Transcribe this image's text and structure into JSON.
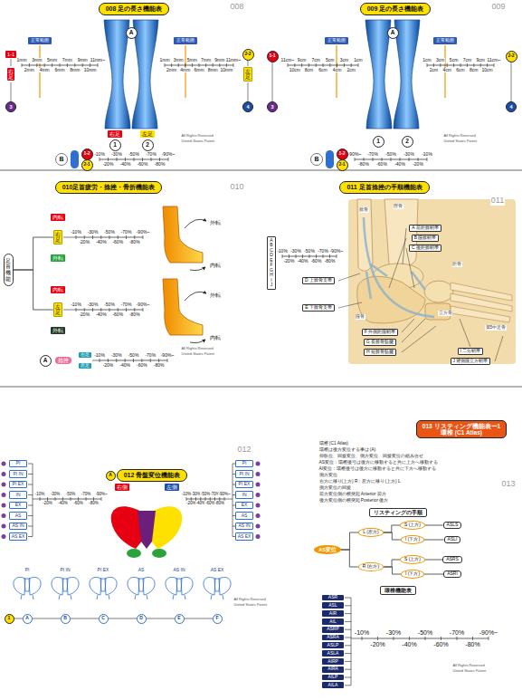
{
  "diagram": {
    "nodes": [
      {
        "text": [
          "008 足の長さ機能表"
        ]
      },
      {
        "text": [
          "A"
        ]
      },
      {
        "text": [
          "正常範囲"
        ]
      },
      {
        "text": [
          "正常範囲"
        ]
      },
      {
        "text": [
          "1-1"
        ]
      },
      {
        "text": [
          "右足"
        ]
      },
      {
        "text": [
          "2-2"
        ]
      },
      {
        "text": [
          "左足"
        ]
      },
      {
        "text": [
          "3"
        ]
      },
      {
        "text": [
          "4"
        ]
      },
      {
        "text": [
          "右足"
        ]
      },
      {
        "text": [
          "左足"
        ]
      },
      {
        "text": [
          "1"
        ]
      },
      {
        "text": [
          "2"
        ]
      },
      {
        "text": [
          "B"
        ]
      },
      {
        "text": [
          "1-2"
        ]
      },
      {
        "text": [
          "2-1"
        ]
      },
      {
        "text": [
          "009 足の長さ機能表"
        ]
      },
      {
        "text": [
          "A"
        ]
      },
      {
        "text": [
          "正常範囲"
        ]
      },
      {
        "text": [
          "正常範囲"
        ]
      },
      {
        "text": [
          "1-1"
        ]
      },
      {
        "text": [
          "2-2"
        ]
      },
      {
        "text": [
          "3"
        ]
      },
      {
        "text": [
          "4"
        ]
      },
      {
        "text": [
          "1"
        ]
      },
      {
        "text": [
          "2"
        ]
      },
      {
        "text": [
          "B"
        ]
      },
      {
        "text": [
          "1-2"
        ]
      },
      {
        "text": [
          "2-1"
        ]
      },
      {
        "text": [
          "010足首疲労・捻挫・骨折機能表"
        ]
      },
      {
        "text": [
          "足首機能"
        ]
      },
      {
        "text": [
          "内転"
        ]
      },
      {
        "text": [
          "右足"
        ]
      },
      {
        "text": [
          "外転"
        ]
      },
      {
        "text": [
          "内転"
        ]
      },
      {
        "text": [
          "左足"
        ]
      },
      {
        "text": [
          "外転"
        ]
      },
      {
        "text": [
          "A"
        ]
      },
      {
        "text": [
          "捻挫"
        ]
      },
      {
        "text": [
          "右足"
        ]
      },
      {
        "text": [
          "左足"
        ]
      },
      {
        "text": [
          "011 足首捻挫の手順機能表"
        ]
      },
      {
        "text": [
          "A B C D E F G H I J"
        ]
      },
      {
        "text": [
          "A 前距腓靭帯"
        ]
      },
      {
        "text": [
          "B 踵腓靭帯"
        ]
      },
      {
        "text": [
          "C 後距腓靭帯"
        ]
      },
      {
        "text": [
          "D 上腓骨支帯"
        ]
      },
      {
        "text": [
          "E 下腓骨支帯"
        ]
      },
      {
        "text": [
          "F 外側距踵靭帯"
        ]
      },
      {
        "text": [
          "G 長腓骨筋腱"
        ]
      },
      {
        "text": [
          "H 短腓骨筋腱"
        ]
      },
      {
        "text": [
          "I 二分靭帯"
        ]
      },
      {
        "text": [
          "J 背側踵立方靭帯"
        ]
      },
      {
        "text": [
          "A"
        ]
      },
      {
        "text": [
          "012 骨盤変位機能表"
        ]
      },
      {
        "text": [
          "右側"
        ]
      },
      {
        "text": [
          "左側"
        ]
      },
      {
        "text": [
          "PI"
        ]
      },
      {
        "text": [
          "PI IN"
        ]
      },
      {
        "text": [
          "PI EX"
        ]
      },
      {
        "text": [
          "IN"
        ]
      },
      {
        "text": [
          "EX"
        ]
      },
      {
        "text": [
          "AS"
        ]
      },
      {
        "text": [
          "AS IN"
        ]
      },
      {
        "text": [
          "AS EX"
        ]
      },
      {
        "text": [
          "PI"
        ]
      },
      {
        "text": [
          "PI IN"
        ]
      },
      {
        "text": [
          "PI EX"
        ]
      },
      {
        "text": [
          "IN"
        ]
      },
      {
        "text": [
          "EX"
        ]
      },
      {
        "text": [
          "AS"
        ]
      },
      {
        "text": [
          "AS IN"
        ]
      },
      {
        "text": [
          "AS EX"
        ]
      },
      {
        "text": [
          "1"
        ]
      },
      {
        "text": [
          "A"
        ]
      },
      {
        "text": [
          "B"
        ]
      },
      {
        "text": [
          "C"
        ]
      },
      {
        "text": [
          "D"
        ]
      },
      {
        "text": [
          "E"
        ]
      },
      {
        "text": [
          "F"
        ]
      },
      {
        "text": [
          "013 リスティング機能表ー1",
          "環椎 (C1 Atlas)"
        ]
      },
      {
        "text": [
          "リスティングの手順"
        ]
      },
      {
        "text": [
          "AS変位"
        ]
      },
      {
        "text": [
          "L (左方)"
        ]
      },
      {
        "text": [
          "R (右方)"
        ]
      },
      {
        "text": [
          "S (上方)"
        ]
      },
      {
        "text": [
          "I (下方)"
        ]
      },
      {
        "text": [
          "S (上方)"
        ]
      },
      {
        "text": [
          "I (下方)"
        ]
      },
      {
        "text": [
          "ASLS"
        ]
      },
      {
        "text": [
          "ASLI"
        ]
      },
      {
        "text": [
          "ASRS"
        ]
      },
      {
        "text": [
          "ASRI"
        ]
      },
      {
        "text": [
          "環椎機能表"
        ]
      },
      {
        "text": [
          "ASR"
        ]
      },
      {
        "text": [
          "ASL"
        ]
      },
      {
        "text": [
          "AIR"
        ]
      },
      {
        "text": [
          "AIL"
        ]
      },
      {
        "text": [
          "ASRP"
        ]
      },
      {
        "text": [
          "ASRA"
        ]
      },
      {
        "text": [
          "ASLP"
        ]
      },
      {
        "text": [
          "ASLA"
        ]
      },
      {
        "text": [
          "AIRP"
        ]
      },
      {
        "text": [
          "AIRA"
        ]
      },
      {
        "text": [
          "AILP"
        ]
      },
      {
        "text": [
          "AILA"
        ]
      }
    ],
    "edges": [
      {
        "from": 31,
        "to": 33,
        "arrow": "none"
      },
      {
        "from": 31,
        "to": 36,
        "arrow": "none"
      },
      {
        "from": 83,
        "to": 84,
        "arrow": "none"
      },
      {
        "from": 83,
        "to": 85,
        "arrow": "none"
      },
      {
        "from": 84,
        "to": 86,
        "arrow": "none"
      },
      {
        "from": 84,
        "to": 87,
        "arrow": "none"
      },
      {
        "from": 85,
        "to": 88,
        "arrow": "none"
      },
      {
        "from": 85,
        "to": 89,
        "arrow": "none"
      },
      {
        "from": 86,
        "to": 90,
        "arrow": "none"
      },
      {
        "from": 87,
        "to": 91,
        "arrow": "none"
      },
      {
        "from": 88,
        "to": 92,
        "arrow": "none"
      },
      {
        "from": 89,
        "to": 93,
        "arrow": "none"
      }
    ],
    "labels": [
      "008",
      "1mm",
      "3mm",
      "5mm",
      "7mm",
      "9mm",
      "11mm~",
      "2mm",
      "4mm",
      "6mm",
      "8mm",
      "10mm",
      "1mm",
      "3mm",
      "5mm",
      "7mm",
      "9mm",
      "11mm~",
      "2mm",
      "4mm",
      "6mm",
      "8mm",
      "10mm",
      "-10%",
      "-30%",
      "-50%",
      "-70%",
      "-90%~",
      "-20%",
      "-40%",
      "-60%",
      "-80%",
      "All Rights Reserved",
      "United States Patent",
      "009",
      "11cm~",
      "9cm",
      "7cm",
      "5cm",
      "3cm",
      "1cm",
      "10cm",
      "8cm",
      "6cm",
      "4cm",
      "2cm",
      "1cm",
      "3cm",
      "5cm",
      "7cm",
      "9cm",
      "11cm~",
      "2cm",
      "4cm",
      "6cm",
      "8cm",
      "10cm",
      "-90%~",
      "-70%",
      "-50%",
      "-30%",
      "-10%",
      "-80%",
      "-60%",
      "-40%",
      "-20%",
      "All Rights Reserved",
      "United States Patent",
      "010",
      "-10%",
      "-30%",
      "-50%",
      "-70%",
      "-90%~",
      "-20%",
      "-40%",
      "-60%",
      "-80%",
      "-10%",
      "-30%",
      "-50%",
      "-70%",
      "-90%~",
      "-20%",
      "-40%",
      "-60%",
      "-80%",
      "-10%",
      "-30%",
      "-50%",
      "-70%",
      "-90%~",
      "-20%",
      "-40%",
      "-60%",
      "-80%",
      "外転",
      "内転",
      "外転",
      "内転",
      "All Rights Reserved",
      "United States Patent",
      "011",
      "-10%",
      "-30%",
      "-50%",
      "-70%",
      "-90%~",
      "-20%",
      "-40%",
      "-60%",
      "-80%",
      "脛骨",
      "腓骨",
      "距骨",
      "踵骨",
      "立方骨",
      "第5中足骨",
      "012",
      "-10%",
      "-30%",
      "-50%",
      "-70%",
      "-90%~",
      "-20%",
      "-40%",
      "-60%",
      "-80%",
      "-10%",
      "-30%",
      "-50%",
      "-70%",
      "-90%~",
      "-20%",
      "-40%",
      "-60%",
      "-80%",
      "PI",
      "PI IN",
      "PI EX",
      "AS",
      "AS IN",
      "AS EX",
      "All Rights Reserved",
      "United States Patent",
      "013",
      "環椎 (C1 Atlas)",
      "環椎は後方変位する事は (A)",
      "仰臥位、回旋変位、側方変位、回旋変位の組み合せ",
      "AS変位：環椎後弓は後方に移動すると共に上方へ移動する",
      "AI変位：環椎後弓は後方に移動すると共に下方へ移動する",
      "側方変位",
      "右方に移り(上方) R：左方に移り(上方) L",
      "側方変位の回旋",
      "前方変位側の横突起 Anterior 前方",
      "後方変位側の横突起 Posterior 後方",
      "-10%",
      "-30%",
      "-50%",
      "-70%",
      "-90%~",
      "-20%",
      "-40%",
      "-60%",
      "-80%",
      "All Rights Reserved",
      "United States Patent"
    ]
  }
}
